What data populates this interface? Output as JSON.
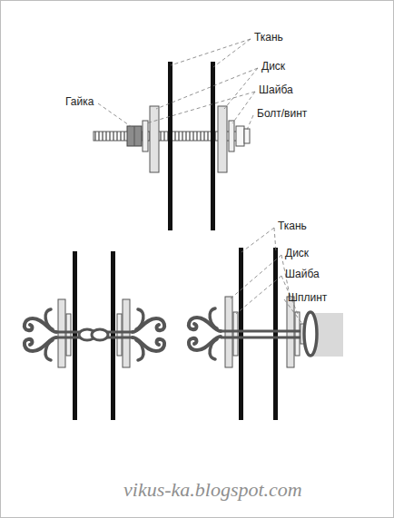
{
  "diagram": {
    "labels": [
      "Ткань",
      "Диск",
      "Шайба",
      "Болт/винт",
      "Гайка",
      "Ткань",
      "Диск",
      "Шайба",
      "Шплинт",
      "vikus-ka.blogspot.com"
    ]
  }
}
